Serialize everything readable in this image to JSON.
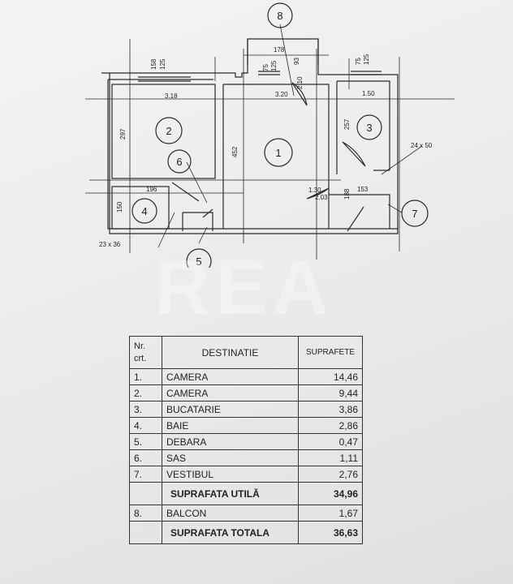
{
  "plan": {
    "room_numbers": [
      "1",
      "2",
      "3",
      "4",
      "5",
      "6",
      "7",
      "8"
    ],
    "dimensions": [
      "178",
      "93",
      "75",
      "125",
      "158",
      "125",
      "75",
      "125",
      "3.18",
      "3.20",
      "2.10",
      "1.50",
      "297",
      "452",
      "257",
      "24 x 50",
      "196",
      "150",
      "1.30",
      "2.03",
      "188",
      "153",
      "23 x 36"
    ]
  },
  "table": {
    "header": {
      "nr_line1": "Nr.",
      "nr_line2": "crt.",
      "destinatie": "DESTINATIE",
      "suprafete": "SUPRAFETE"
    },
    "rows": [
      {
        "nr": "1.",
        "destinatie": "CAMERA",
        "suprafata": "14,46"
      },
      {
        "nr": "2.",
        "destinatie": "CAMERA",
        "suprafata": "9,44"
      },
      {
        "nr": "3.",
        "destinatie": "BUCATARIE",
        "suprafata": "3,86"
      },
      {
        "nr": "4.",
        "destinatie": "BAIE",
        "suprafata": "2,86"
      },
      {
        "nr": "5.",
        "destinatie": "DEBARA",
        "suprafata": "0,47"
      },
      {
        "nr": "6.",
        "destinatie": "SAS",
        "suprafata": "1,11"
      },
      {
        "nr": "7.",
        "destinatie": "VESTIBUL",
        "suprafata": "2,76"
      }
    ],
    "suprafata_utila": {
      "label": "SUPRAFATA UTILĂ",
      "value": "34,96"
    },
    "balcon": {
      "nr": "8.",
      "destinatie": "BALCON",
      "suprafata": "1,67"
    },
    "suprafata_totala": {
      "label": "SUPRAFATA TOTALA",
      "value": "36,63"
    }
  },
  "watermark": "REA"
}
